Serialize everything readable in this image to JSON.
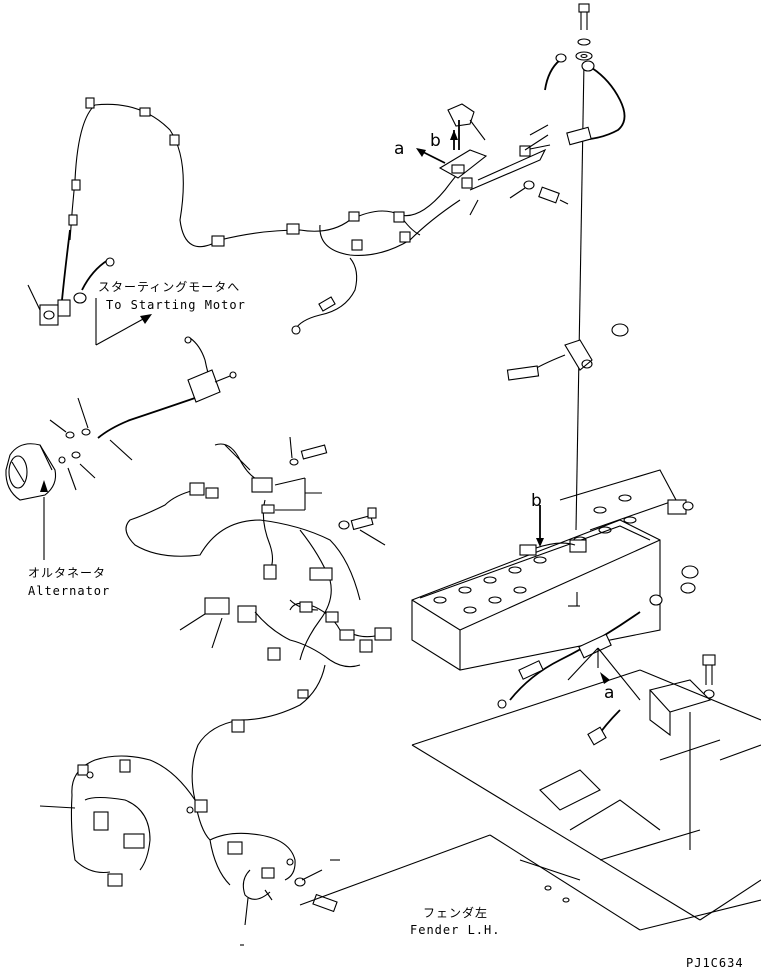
{
  "labels": {
    "starting_motor_jp": "スターティングモータへ",
    "starting_motor_en": "To Starting Motor",
    "alternator_jp": "オルタネータ",
    "alternator_en": "Alternator",
    "fender_jp": "フェンダ左",
    "fender_en": "Fender L.H.",
    "ref_a_top": "a",
    "ref_b_top": "b",
    "ref_b_battery": "b",
    "ref_a_bottom": "a",
    "drawing_code": "PJ1C634"
  }
}
